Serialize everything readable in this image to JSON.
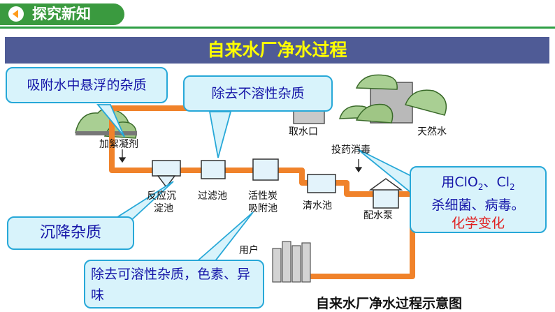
{
  "header": {
    "title": "探究新知"
  },
  "banner": {
    "title": "自来水厂净水过程"
  },
  "diagram": {
    "labels": {
      "coagulant": "加絮凝剂",
      "intake": "取水口",
      "source": "天然水",
      "disinfect": "投药消毒",
      "reaction_tank_1": "反应沉",
      "reaction_tank_2": "淀池",
      "filter_tank": "过滤池",
      "carbon_tank_1": "活性炭",
      "carbon_tank_2": "吸附池",
      "clear_tank": "清水池",
      "pump": "配水泵",
      "user": "用户"
    },
    "caption": "自来水厂净水过程示意图"
  },
  "callouts": {
    "adsorb": "吸附水中悬浮的杂质",
    "remove_insoluble": "除去不溶性杂质",
    "sediment": "沉降杂质",
    "remove_soluble": "除去可溶性杂质，色素、异味",
    "chlorine_prefix": "用",
    "chlorine_formula_1": "ClO",
    "chlorine_sub_1": "2",
    "chlorine_sep": "、",
    "chlorine_formula_2": "Cl",
    "chlorine_sub_2": "2",
    "chlorine_line2": "杀细菌、病毒。",
    "chlorine_line3": "化学变化"
  },
  "colors": {
    "header_green": "#3a9a3f",
    "banner": "#4f5b96",
    "banner_text": "#ffff00",
    "pipe": "#f0822a",
    "callout_fill": "#d8f3fb",
    "callout_border": "#27a8d8",
    "callout_text": "#1515a8",
    "highlight": "#e02020"
  }
}
